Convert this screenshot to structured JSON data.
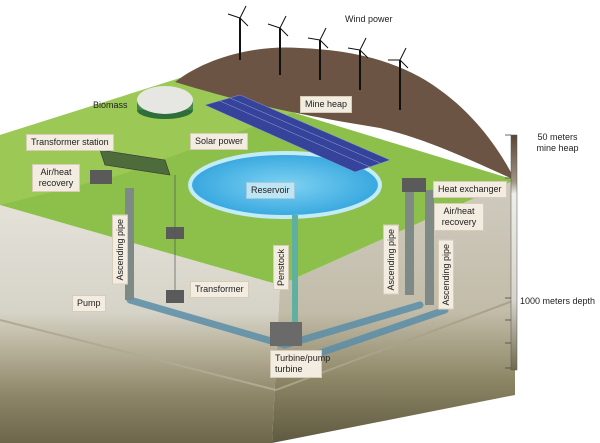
{
  "labels": {
    "wind_power": "Wind power",
    "mine_heap": "Mine heap",
    "biomass": "Biomass",
    "transformer_station": "Transformer station",
    "solar_power": "Solar power",
    "air_heat_recovery_left": "Air/heat recovery",
    "reservoir": "Reservoir",
    "heat_exchanger": "Heat exchanger",
    "air_heat_recovery_right": "Air/heat recovery",
    "ascending_pipe_left": "Ascending pipe",
    "penstock": "Penstock",
    "ascending_pipe_right_1": "Ascending pipe",
    "ascending_pipe_right_2": "Ascending pipe",
    "transformer": "Transformer",
    "pump": "Pump",
    "turbine": "Turbine/pump turbine"
  },
  "scale": {
    "top": "50 meters mine heap",
    "bottom": "1000 meters depth"
  },
  "colors": {
    "grass": "#8cc04a",
    "heap": "#6b5443",
    "water": "#4bb4e4",
    "soil": "#d9d6cb"
  }
}
